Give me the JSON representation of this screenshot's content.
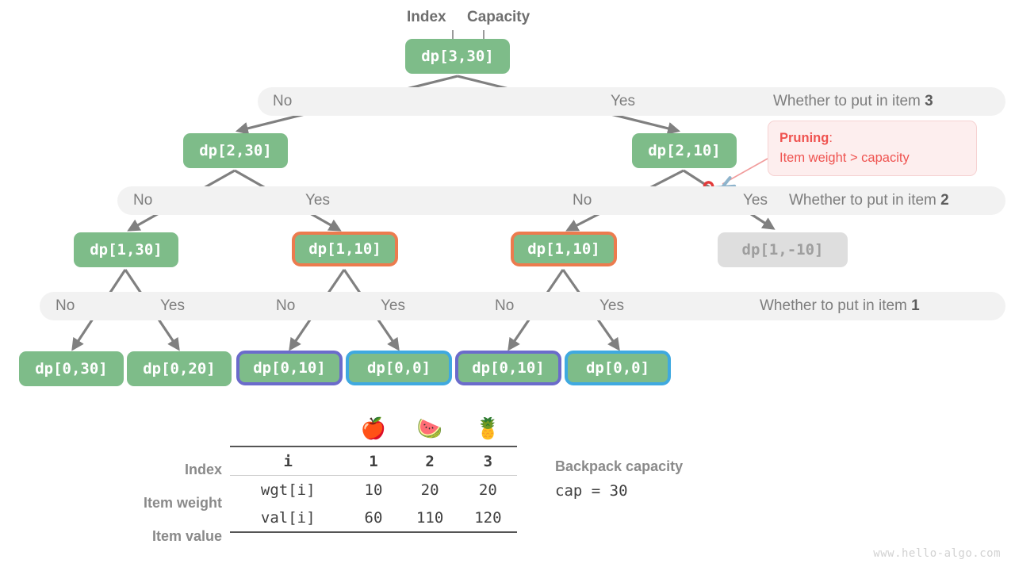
{
  "header": {
    "index_label": "Index",
    "capacity_label": "Capacity"
  },
  "tree": {
    "nodes": [
      {
        "id": "root",
        "label": "dp[3,30]",
        "style": "plain"
      },
      {
        "id": "n2a",
        "label": "dp[2,30]",
        "style": "plain"
      },
      {
        "id": "n2b",
        "label": "dp[2,10]",
        "style": "plain"
      },
      {
        "id": "n3a",
        "label": "dp[1,30]",
        "style": "plain"
      },
      {
        "id": "n3b",
        "label": "dp[1,10]",
        "style": "orange"
      },
      {
        "id": "n3c",
        "label": "dp[1,10]",
        "style": "orange"
      },
      {
        "id": "n3d",
        "label": "dp[1,-10]",
        "style": "muted"
      },
      {
        "id": "l1",
        "label": "dp[0,30]",
        "style": "plain"
      },
      {
        "id": "l2",
        "label": "dp[0,20]",
        "style": "plain"
      },
      {
        "id": "l3",
        "label": "dp[0,10]",
        "style": "purple"
      },
      {
        "id": "l4",
        "label": "dp[0,0]",
        "style": "blue"
      },
      {
        "id": "l5",
        "label": "dp[0,10]",
        "style": "purple"
      },
      {
        "id": "l6",
        "label": "dp[0,0]",
        "style": "blue"
      }
    ],
    "levels": [
      {
        "title": "Whether to put in item ",
        "title_bold": "3",
        "branches": [
          "No",
          "Yes"
        ]
      },
      {
        "title": "Whether to put in item ",
        "title_bold": "2",
        "branches": [
          "No",
          "Yes",
          "No",
          "Yes"
        ]
      },
      {
        "title": "Whether to put in item ",
        "title_bold": "1",
        "branches": [
          "No",
          "Yes",
          "No",
          "Yes",
          "No",
          "Yes"
        ]
      }
    ]
  },
  "pruning": {
    "title": "Pruning",
    "colon": ":",
    "reason": "Item weight > capacity",
    "icon": "scissors-icon"
  },
  "table": {
    "emojis": [
      "🍎",
      "🍉",
      "🍍"
    ],
    "row_headers": [
      "Index",
      "Item weight",
      "Item value"
    ],
    "rows": [
      {
        "key": "i",
        "values": [
          "1",
          "2",
          "3"
        ]
      },
      {
        "key": "wgt[i]",
        "values": [
          "10",
          "20",
          "20"
        ]
      },
      {
        "key": "val[i]",
        "values": [
          "60",
          "110",
          "120"
        ]
      }
    ]
  },
  "capacity": {
    "title": "Backpack capacity",
    "value": "cap = 30"
  },
  "watermark": "www.hello-algo.com",
  "colors": {
    "node_green": "#7ebc89",
    "node_muted": "#dedede",
    "border_orange": "#ec7b4e",
    "border_purple": "#6b6bcb",
    "border_blue": "#3fa9e0",
    "bar_gray": "#f2f2f2",
    "edge_gray": "#808080",
    "pruning_red": "#ef5350"
  }
}
